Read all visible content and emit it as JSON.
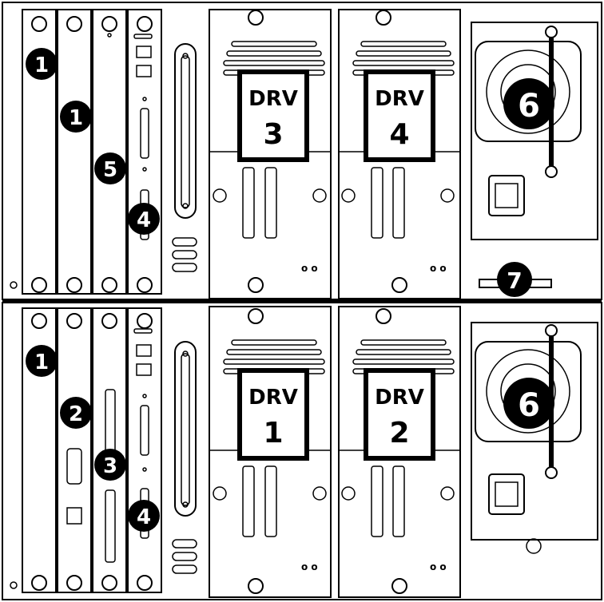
{
  "callouts": {
    "c1a": "1",
    "c1b": "1",
    "c5": "5",
    "c4a": "4",
    "c6a": "6",
    "c7": "7",
    "c1c": "1",
    "c2": "2",
    "c3": "3",
    "c4b": "4",
    "c6b": "6"
  },
  "drives": {
    "d3": {
      "label": "DRV",
      "num": "3"
    },
    "d4": {
      "label": "DRV",
      "num": "4"
    },
    "d1": {
      "label": "DRV",
      "num": "1"
    },
    "d2": {
      "label": "DRV",
      "num": "2"
    }
  }
}
